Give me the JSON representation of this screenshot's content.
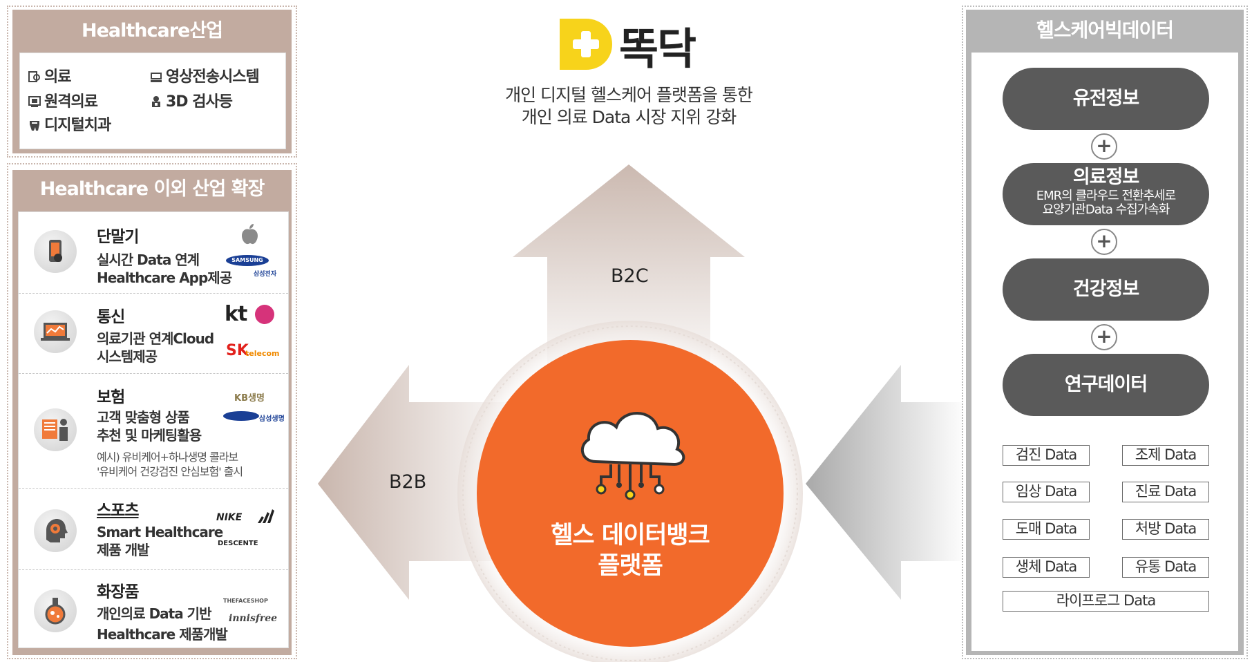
{
  "left": {
    "industry_title": "Healthcare산업",
    "industry_items": [
      "의료",
      "영상전송시스템",
      "원격의료",
      "3D 검사등",
      "디지털치과"
    ],
    "ext_title": "Healthcare 이외 산업 확장",
    "rows": [
      {
        "title": "단말기",
        "desc1": "실시간 Data 연계",
        "desc2": "Healthcare App제공"
      },
      {
        "title": "통신",
        "desc1": "의료기관 연계Cloud",
        "desc2": "시스템제공"
      },
      {
        "title": "보험",
        "desc1": "고객 맞춤형 상품",
        "desc2": "추천 및 마케팅활용",
        "note1": "예시) 유비케어+하나생명 콜라보",
        "note2": "'유비케어 건강검진 안심보험' 출시"
      },
      {
        "title": "스포츠",
        "desc1": "Smart Healthcare",
        "desc2": "제품 개발"
      },
      {
        "title": "화장품",
        "desc1": "개인의료 Data 기반",
        "desc2": "Healthcare 제품개발"
      }
    ],
    "logos": {
      "samsung": "SAMSUNG",
      "samsung_sub": "삼성전자",
      "kt": "kt",
      "sk": "SK",
      "sk_sub": "telecom",
      "kb": "KB생명",
      "samsung_life": "삼성생명",
      "nike": "NIKE",
      "descente": "DESCENTE",
      "faceshop": "THEFACESHOP",
      "innisfree": "innisfree"
    }
  },
  "center": {
    "brand": "똑닥",
    "subtitle_line1": "개인 디지털 헬스케어 플랫폼을 통한",
    "subtitle_line2": "개인 의료 Data 시장 지위 강화",
    "b2c": "B2C",
    "b2b": "B2B",
    "platform_line1": "헬스 데이터뱅크",
    "platform_line2": "플랫폼"
  },
  "right": {
    "title": "헬스케어빅데이터",
    "pills": [
      {
        "title": "유전정보"
      },
      {
        "title": "의료정보",
        "sub1": "EMR의 클라우드 전환추세로",
        "sub2": "요양기관Data 수집가속화"
      },
      {
        "title": "건강정보"
      },
      {
        "title": "연구데이터"
      }
    ],
    "plus": "+",
    "data_boxes": [
      "검진 Data",
      "조제 Data",
      "임상 Data",
      "진료 Data",
      "도매 Data",
      "처방 Data",
      "생체 Data",
      "유통 Data"
    ],
    "lifelog": "라이프로그 Data"
  },
  "colors": {
    "left_accent": "#c2aba0",
    "right_accent": "#b5b5b5",
    "platform_orange": "#f26a2b",
    "brand_yellow": "#f7d31b",
    "pill_gray": "#5a5a5a"
  }
}
